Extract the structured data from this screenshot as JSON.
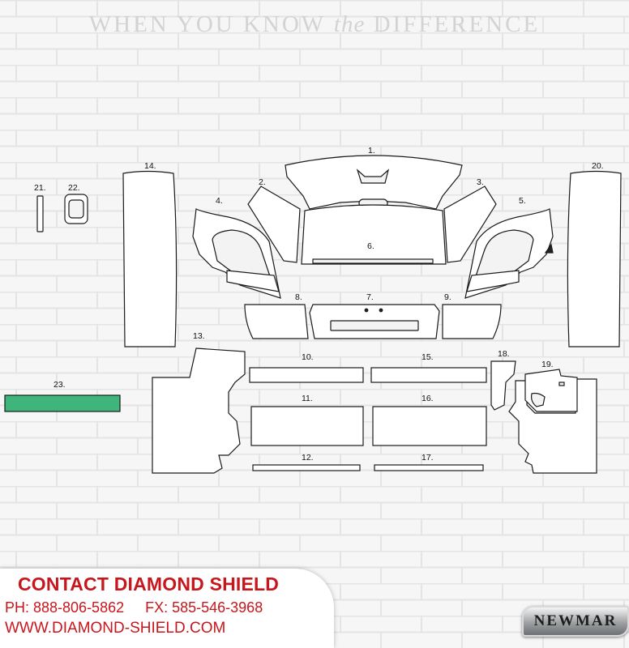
{
  "tagline": {
    "part1": "WHEN YOU KNOW ",
    "italic": "the",
    "part2": " DIFFERENCE"
  },
  "labels": {
    "p1": "1.",
    "p2": "2.",
    "p3": "3.",
    "p4": "4.",
    "p5": "5.",
    "p6": "6.",
    "p7": "7.",
    "p8": "8.",
    "p9": "9.",
    "p10": "10.",
    "p11": "11.",
    "p12": "12.",
    "p13": "13.",
    "p14": "14.",
    "p15": "15.",
    "p16": "16.",
    "p17": "17.",
    "p18": "18.",
    "p19": "19.",
    "p20": "20.",
    "p21": "21.",
    "p22": "22.",
    "p23": "23."
  },
  "highlight_color": "#3fb57c",
  "contact": {
    "title": "CONTACT DIAMOND SHIELD",
    "phone": "PH: 888-806-5862",
    "fax": "FX: 585-546-3968",
    "web": "WWW.DIAMOND-SHIELD.COM",
    "text_color": "#c8161d"
  },
  "brand_badge": "NEWMAR"
}
